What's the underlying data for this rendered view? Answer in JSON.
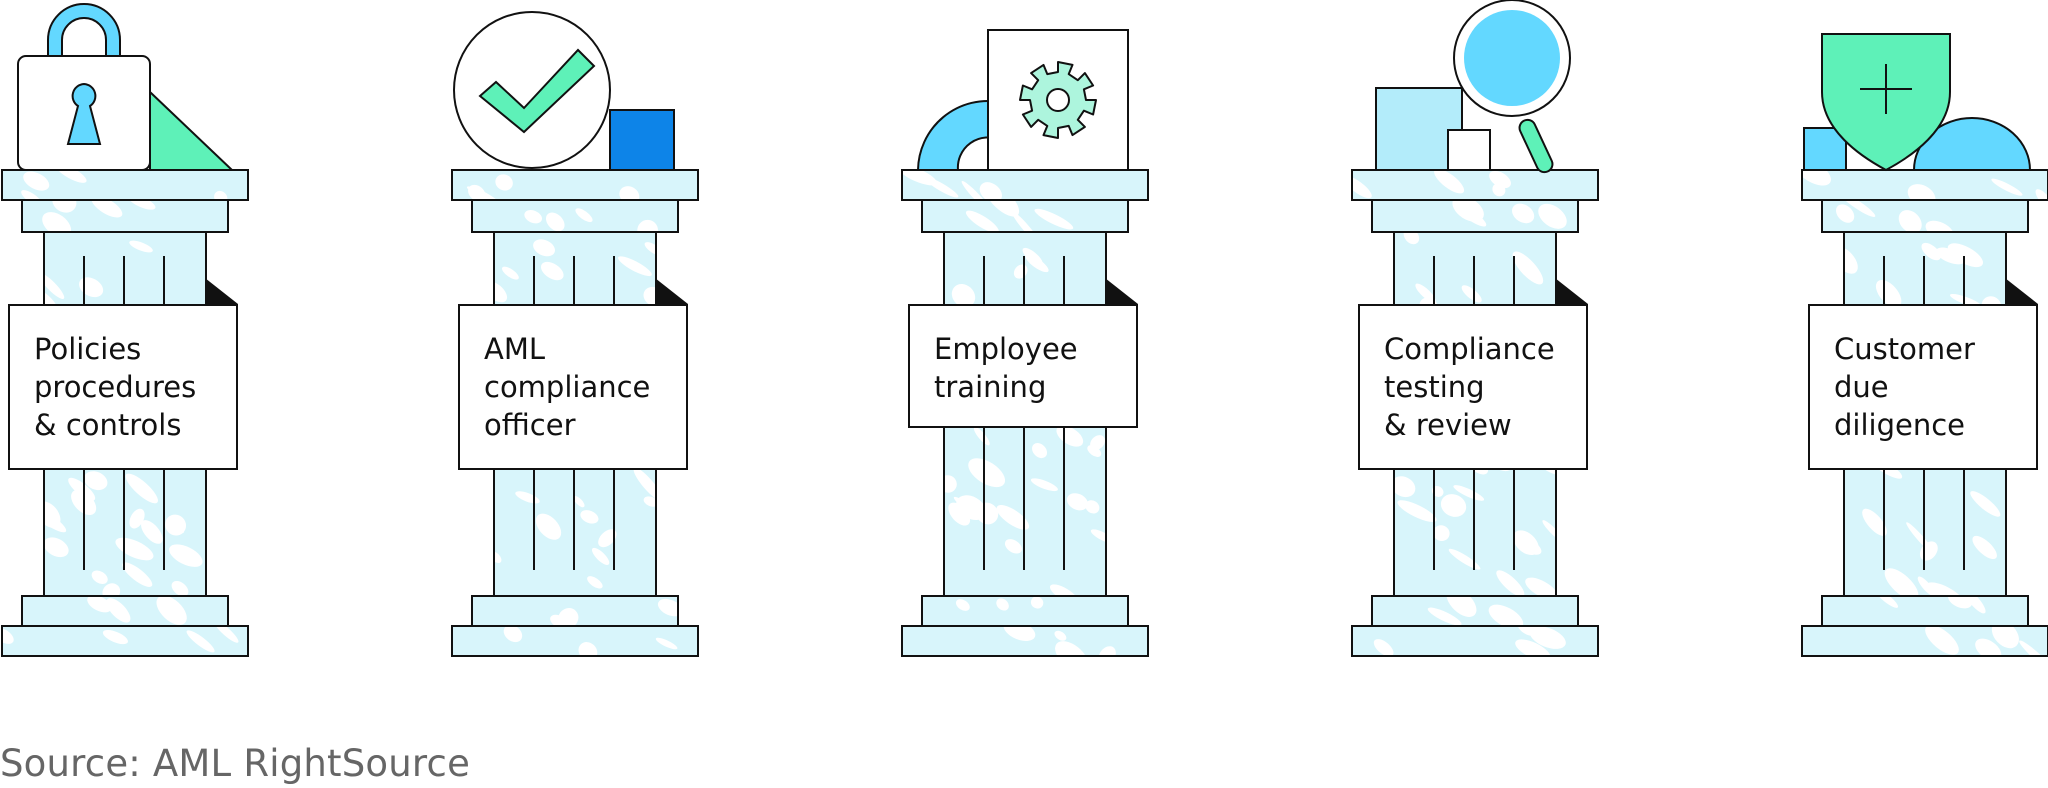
{
  "colors": {
    "outline": "#111111",
    "marble_base": "#d8f5fb",
    "marble_vein": "#ffffff",
    "accent_green": "#5ef1b8",
    "accent_green_light": "#adf5dd",
    "accent_blue": "#63d8ff",
    "accent_blue_light": "#b3ecfa",
    "accent_dark_blue": "#0d84e8",
    "source_text": "#666666"
  },
  "pillars": [
    {
      "label": "Policies\nprocedures\n& controls",
      "icon": "padlock-icon"
    },
    {
      "label": "AML\ncompliance\nofficer",
      "icon": "checkmark-circle-icon"
    },
    {
      "label": "Employee\ntraining",
      "icon": "gear-document-icon"
    },
    {
      "label": "Compliance\ntesting\n& review",
      "icon": "magnifying-glass-icon"
    },
    {
      "label": "Customer\ndue\ndiligence",
      "icon": "shield-plus-icon"
    }
  ],
  "source": "Source: AML RightSource"
}
